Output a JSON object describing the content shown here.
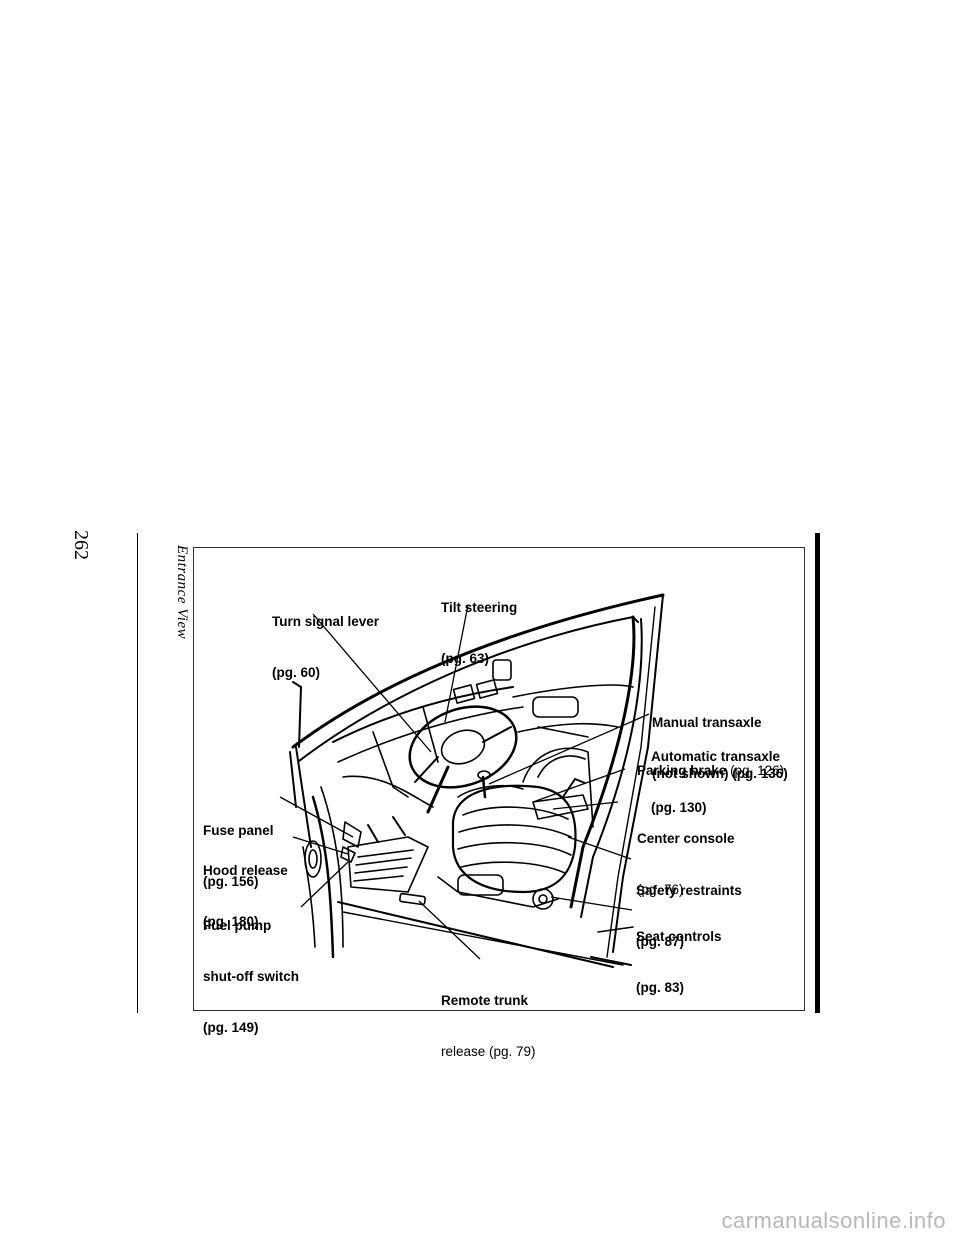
{
  "page": {
    "number": "262",
    "section": "Entrance View"
  },
  "callouts": {
    "turn_signal": {
      "line1": "Turn signal lever",
      "line2": "(pg. 60)"
    },
    "tilt_steering": {
      "line1": "Tilt steering",
      "line2": "(pg. 63)"
    },
    "manual_transaxle": {
      "line1": "Manual transaxle",
      "line2": "(not shown) (pg. 136)"
    },
    "automatic_transaxle": {
      "line1": "Automatic transaxle",
      "line2": "(pg. 130)"
    },
    "parking_brake": {
      "label": "Parking brake",
      "page": "(pg. 126)"
    },
    "center_console": {
      "line1": "Center console",
      "line2": "(pg. 76)"
    },
    "safety_restraints": {
      "line1": "Safety restraints",
      "line2": "(pg. 87)"
    },
    "seat_controls": {
      "line1": "Seat controls",
      "line2": "(pg. 83)"
    },
    "fuse_panel": {
      "line1": "Fuse panel",
      "line2": "(pg. 156)"
    },
    "hood_release": {
      "line1": "Hood release",
      "line2": "(pg. 180)"
    },
    "fuel_pump": {
      "line1": "Fuel pump",
      "line2": "shut-off switch",
      "line3": "(pg. 149)"
    },
    "remote_trunk": {
      "line1": "Remote trunk",
      "line2": "release (pg. 79)"
    }
  },
  "watermark": "carmanualsonline.info"
}
